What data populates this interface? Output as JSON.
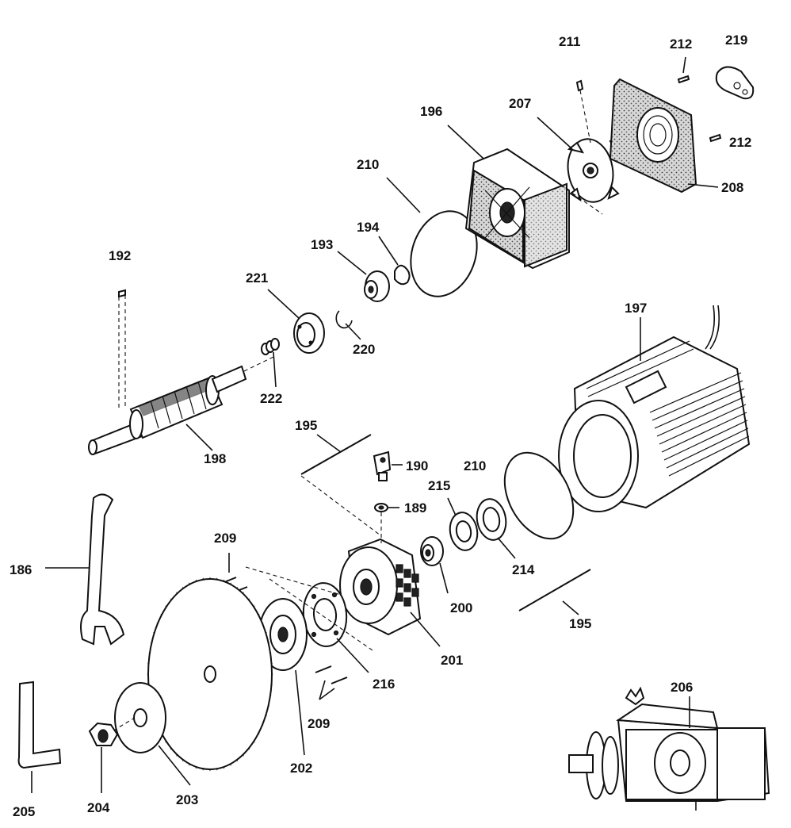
{
  "labels": {
    "l186": "186",
    "l189": "189",
    "l190": "190",
    "l192": "192",
    "l193": "193",
    "l194": "194",
    "l195a": "195",
    "l195b": "195",
    "l196": "196",
    "l197": "197",
    "l198": "198",
    "l200": "200",
    "l201": "201",
    "l202": "202",
    "l203": "203",
    "l204": "204",
    "l205": "205",
    "l206": "206",
    "l207": "207",
    "l208": "208",
    "l209a": "209",
    "l209b": "209",
    "l210a": "210",
    "l210b": "210",
    "l211": "211",
    "l212a": "212",
    "l212b": "212",
    "l214": "214",
    "l215": "215",
    "l216": "216",
    "l219": "219",
    "l220": "220",
    "l221": "221",
    "l222": "222"
  },
  "icons": {
    "wrench": "open-end-wrench-icon",
    "hex_key": "hex-key-icon",
    "saw_blade": "saw-blade-icon"
  }
}
